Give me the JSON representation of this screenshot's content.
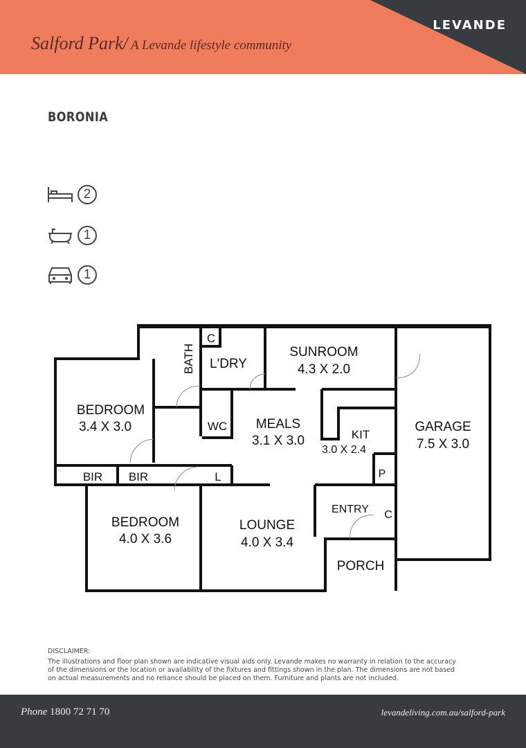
{
  "header": {
    "community": "Salford Park",
    "separator": "/",
    "tagline": "A Levande lifestyle community",
    "logo": "LEVANDE",
    "accent_color": "#f07c5e",
    "dark_color": "#383b40"
  },
  "model": "BORONIA",
  "features": [
    {
      "icon": "bed-icon",
      "count": "2"
    },
    {
      "icon": "bath-icon",
      "count": "1"
    },
    {
      "icon": "car-icon",
      "count": "1"
    }
  ],
  "plan": {
    "bedroom1": {
      "name": "BEDROOM",
      "dims": "3.4 X 3.0"
    },
    "bedroom2": {
      "name": "BEDROOM",
      "dims": "4.0 X 3.6"
    },
    "bath": "BATH",
    "c1": "C",
    "laundry": "L'DRY",
    "sunroom": {
      "name": "SUNROOM",
      "dims": "4.3 X 2.0"
    },
    "wc": "WC",
    "meals": {
      "name": "MEALS",
      "dims": "3.1 X 3.0"
    },
    "kitchen": {
      "name": "KIT",
      "dims": "3.0 X 2.4"
    },
    "garage": {
      "name": "GARAGE",
      "dims": "7.5 X 3.0"
    },
    "bir1": "BIR",
    "bir2": "BIR",
    "linen": "L",
    "pantry": "P",
    "lounge": {
      "name": "LOUNGE",
      "dims": "4.0 X 3.4"
    },
    "entry": "ENTRY",
    "c2": "C",
    "porch": "PORCH"
  },
  "disclaimer": {
    "heading": "DISCLAIMER:",
    "text": "The illustrations and floor plan shown are indicative visual aids only. Levande makes no warranty in relation to the accuracy of the dimensions or the location or availability of the fixtures and fittings shown in the plan. The dimensions are not based on actual measurements and no reliance should be placed on them. Furniture and plants are not included."
  },
  "footer": {
    "phone_label": "Phone",
    "phone": "1800 72 71 70",
    "website": "levandeliving.com.au/salford-park"
  }
}
